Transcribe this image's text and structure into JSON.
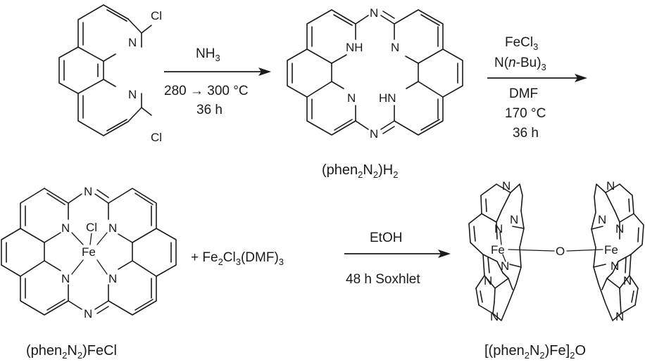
{
  "atoms": {
    "chlorine": "Cl",
    "nitrogen": "N",
    "amine": "NH",
    "amine_r": "HN",
    "iron": "Fe",
    "oxygen": "O"
  },
  "step1": {
    "reagent": "NH",
    "reagent_sub": "3",
    "temperature": "280 → 300 °C",
    "time": "36 h"
  },
  "step2": {
    "reagent_a": "FeCl",
    "reagent_a_sub": "3",
    "reagent_b_pre": "N(",
    "reagent_b_ital": "n",
    "reagent_b_post": "-Bu)",
    "reagent_b_sub": "3",
    "solvent": "DMF",
    "temperature": "170 °C",
    "time": "36 h"
  },
  "step3": {
    "solvent": "EtOH",
    "condition": "48 h Soxhlet"
  },
  "coreactant": {
    "plus": "+ Fe",
    "sub1": "2",
    "mid": "Cl",
    "sub2": "3",
    "end": "(DMF)",
    "sub3": "3"
  },
  "labels": {
    "ligand": {
      "a": "(phen",
      "s1": "2",
      "b": "N",
      "s2": "2",
      "c": ")H",
      "s3": "2"
    },
    "complex": {
      "a": "(phen",
      "s1": "2",
      "b": "N",
      "s2": "2",
      "c": ")FeCl"
    },
    "dimer": {
      "a": "[(phen",
      "s1": "2",
      "b": "N",
      "s2": "2",
      "c": ")Fe]",
      "s3": "2",
      "d": "O"
    }
  }
}
